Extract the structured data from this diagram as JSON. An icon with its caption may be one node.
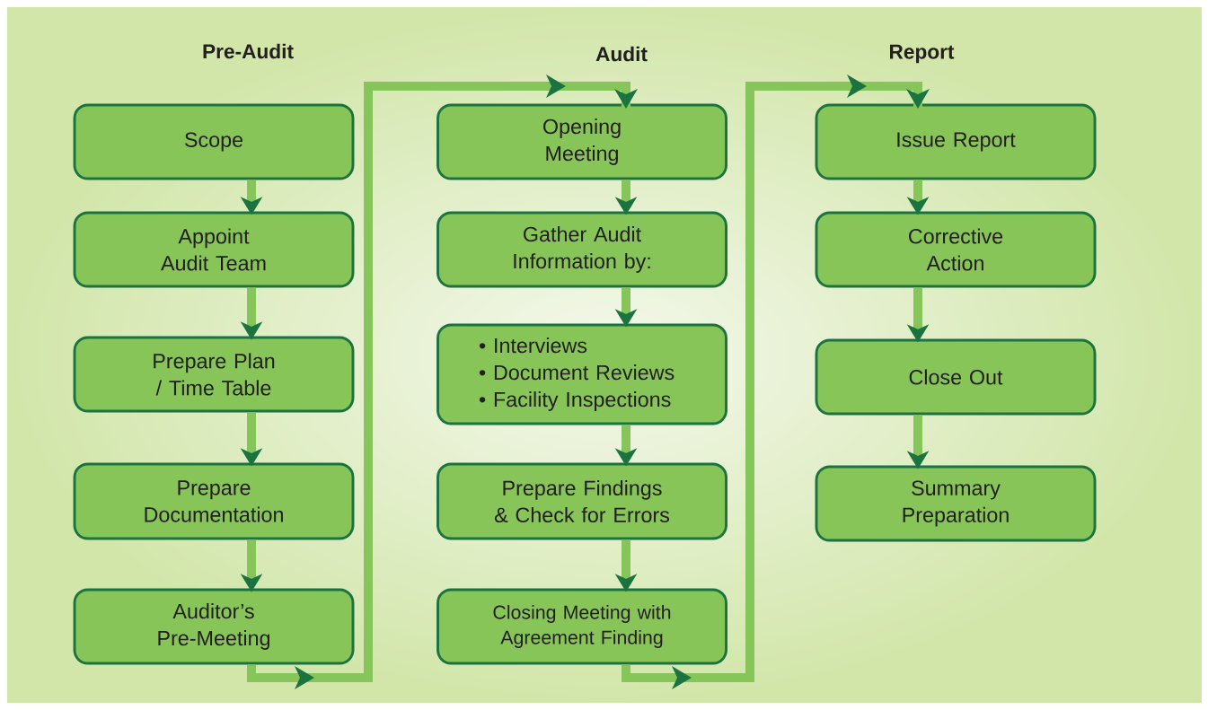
{
  "diagram": {
    "nodes": [
      {
        "text": [
          "Scope"
        ]
      },
      {
        "text": [
          "Appoint Audit Team"
        ]
      },
      {
        "text": [
          "Prepare Plan / Time Table"
        ]
      },
      {
        "text": [
          "Prepare Documentation"
        ]
      },
      {
        "text": [
          "Auditor’s Pre-Meeting"
        ]
      },
      {
        "text": [
          "Opening Meeting"
        ]
      },
      {
        "text": [
          "Gather Audit Information by:"
        ]
      },
      {
        "text": [
          "• Interviews",
          "• Document Reviews",
          "• Facility Inspections"
        ]
      },
      {
        "text": [
          "Prepare Findings & Check for Errors"
        ]
      },
      {
        "text": [
          "Closing Meeting with Agreement Finding"
        ]
      },
      {
        "text": [
          "Issue Report"
        ]
      },
      {
        "text": [
          "Corrective Action"
        ]
      },
      {
        "text": [
          "Close Out"
        ]
      },
      {
        "text": [
          "Summary Preparation"
        ]
      }
    ],
    "edges": [
      {
        "from": 0,
        "to": 1,
        "arrow": "to"
      },
      {
        "from": 1,
        "to": 2,
        "arrow": "to"
      },
      {
        "from": 2,
        "to": 3,
        "arrow": "to"
      },
      {
        "from": 3,
        "to": 4,
        "arrow": "to"
      },
      {
        "from": 4,
        "to": 5,
        "arrow": "to"
      },
      {
        "from": 5,
        "to": 6,
        "arrow": "to"
      },
      {
        "from": 6,
        "to": 7,
        "arrow": "to"
      },
      {
        "from": 7,
        "to": 8,
        "arrow": "to"
      },
      {
        "from": 8,
        "to": 9,
        "arrow": "to"
      },
      {
        "from": 9,
        "to": 10,
        "arrow": "to"
      },
      {
        "from": 10,
        "to": 11,
        "arrow": "to"
      },
      {
        "from": 11,
        "to": 12,
        "arrow": "to"
      },
      {
        "from": 12,
        "to": 13,
        "arrow": "to"
      }
    ],
    "labels": [
      "Pre-Audit",
      "Audit",
      "Report"
    ]
  }
}
